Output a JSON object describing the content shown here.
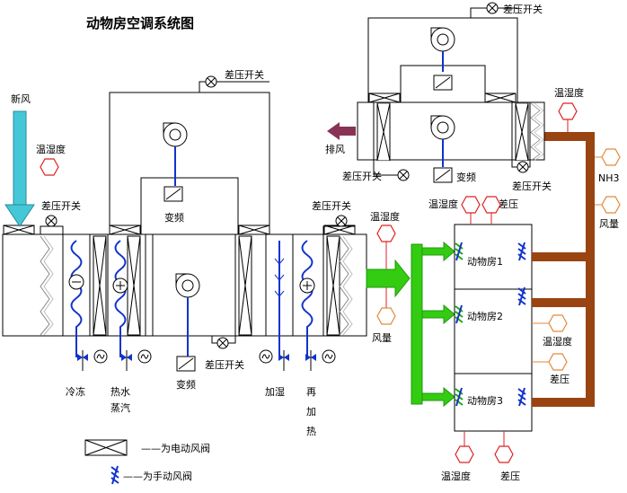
{
  "title": "动物房空调系统图",
  "labels": {
    "fresh_air": "新风",
    "exhaust": "排风",
    "temp_humidity": "温湿度",
    "diff_pressure_switch": "差压开关",
    "diff_pressure": "差压",
    "vfd": "变频",
    "air_volume": "风量",
    "nh3": "NH3",
    "cooling": "冷冻",
    "hot_water": "热水",
    "steam": "蒸汽",
    "humidify": "加湿",
    "reheat_1": "再",
    "reheat_2": "加",
    "reheat_3": "热"
  },
  "rooms": [
    "动物房1",
    "动物房2",
    "动物房3"
  ],
  "legend": {
    "electric_damper": "——为电动风阀",
    "manual_damper": "——为手动风阀"
  },
  "colors": {
    "line": "#000000",
    "duct_green": "#33cc11",
    "exhaust_duct": "#994411",
    "control_blue": "#1133cc",
    "sensor_red": "#dd2222",
    "sensor_orange": "#e08a3a",
    "fresh_air_arrow": "#44c8d8",
    "exhaust_arrow": "#883355"
  },
  "icons": [
    "fan-icon",
    "vfd-icon",
    "electric-damper-icon",
    "manual-damper-icon",
    "pressure-switch-icon",
    "sensor-icon",
    "valve-icon",
    "actuator-icon",
    "coil-icon",
    "filter-icon"
  ]
}
